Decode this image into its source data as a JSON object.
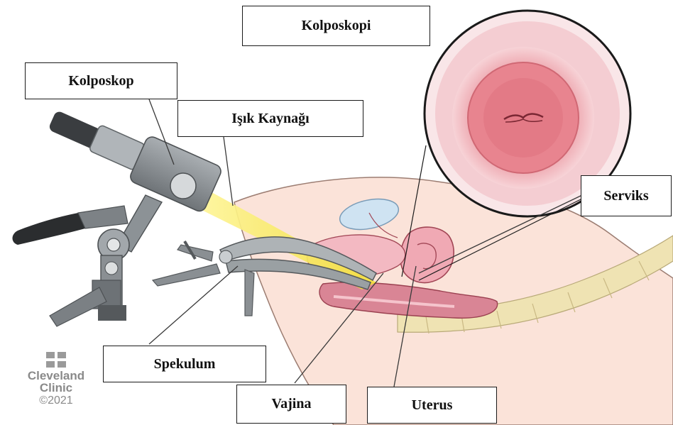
{
  "title": "Kolposkopi",
  "labels": {
    "kolposkop": "Kolposkop",
    "isik_kaynagi": "Işık Kaynağı",
    "serviks": "Serviks",
    "spekulum": "Spekulum",
    "vajina": "Vajina",
    "uterus": "Uterus"
  },
  "watermark": {
    "line1": "Cleveland",
    "line2": "Clinic",
    "line3": "©2021"
  },
  "colors": {
    "tissue_pink": "#f2b8bf",
    "tissue_dark": "#b94a5a",
    "light_beam": "#f5e640",
    "instrument_gray": "#8c9296",
    "spine_yellow": "#e8dca0"
  }
}
